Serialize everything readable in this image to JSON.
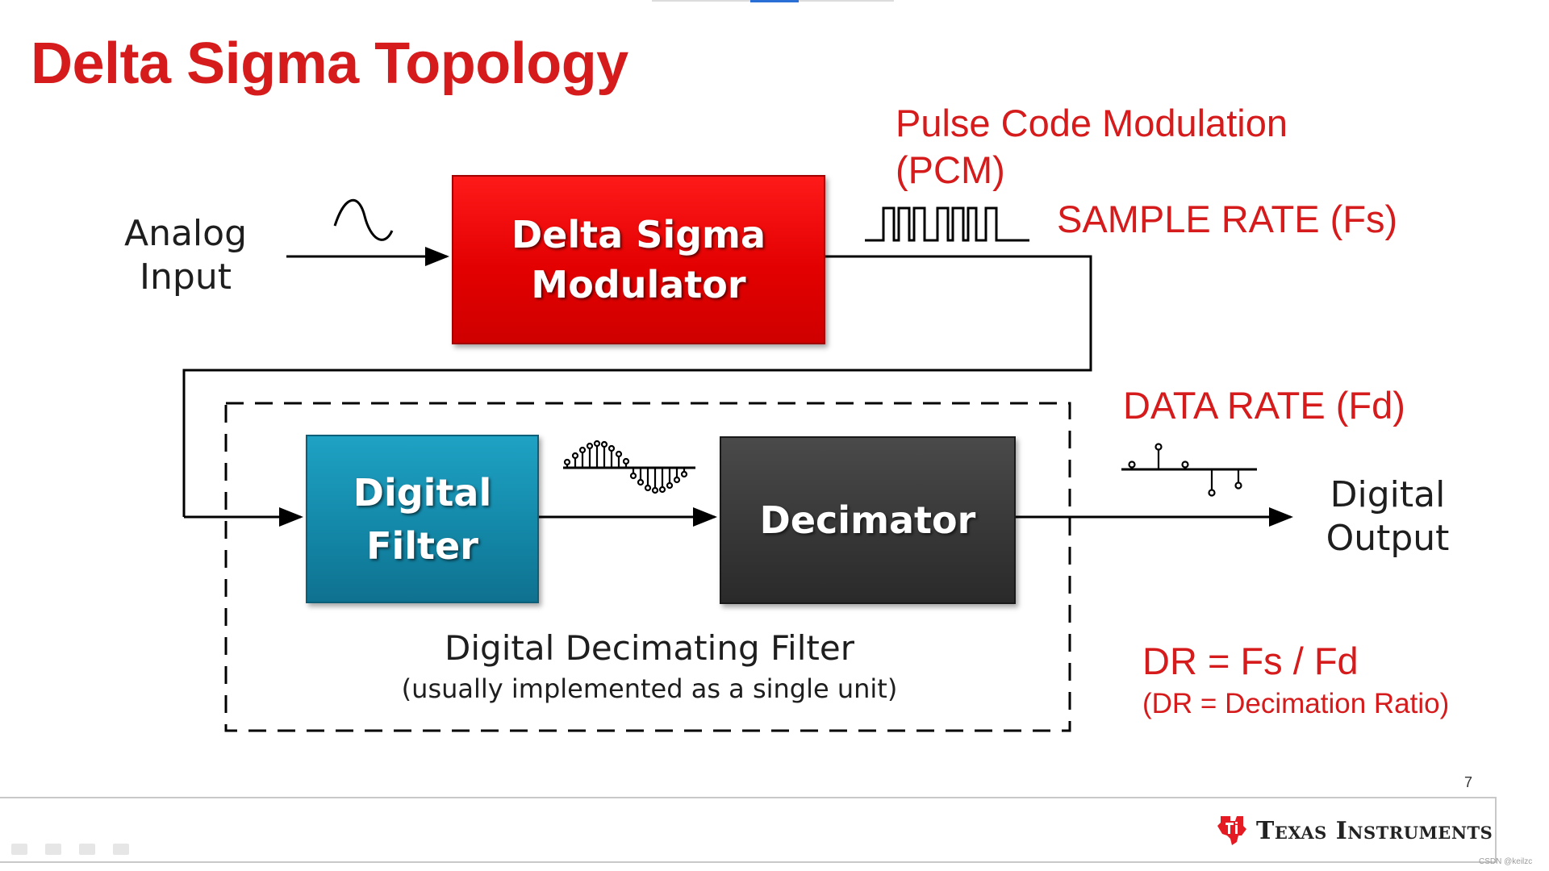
{
  "slide": {
    "title": "Delta Sigma Topology",
    "page_number": "7",
    "brand": "Texas Instruments",
    "watermark": "CSDN @keilzc"
  },
  "labels": {
    "analog_input_line1": "Analog",
    "analog_input_line2": "Input",
    "pcm_line1": "Pulse Code Modulation",
    "pcm_line2": "(PCM)",
    "sample_rate": "SAMPLE RATE (Fs)",
    "data_rate": "DATA RATE (Fd)",
    "digital_output_line1": "Digital",
    "digital_output_line2": "Output",
    "dr_formula": "DR = Fs / Fd",
    "dr_definition": "(DR = Decimation Ratio)",
    "filter_group_line1": "Digital Decimating Filter",
    "filter_group_line2": "(usually implemented as a single unit)"
  },
  "blocks": {
    "modulator_line1": "Delta Sigma",
    "modulator_line2": "Modulator",
    "filter_line1": "Digital",
    "filter_line2": "Filter",
    "decimator": "Decimator"
  },
  "colors": {
    "accent_red": "#d51b1b",
    "modulator": "#e30000",
    "filter": "#1386a6",
    "decimator": "#363636"
  },
  "icons": [
    "sine-wave-icon",
    "pcm-pulse-train-icon",
    "filtered-samples-icon",
    "decimated-samples-icon",
    "ti-logo-icon"
  ]
}
